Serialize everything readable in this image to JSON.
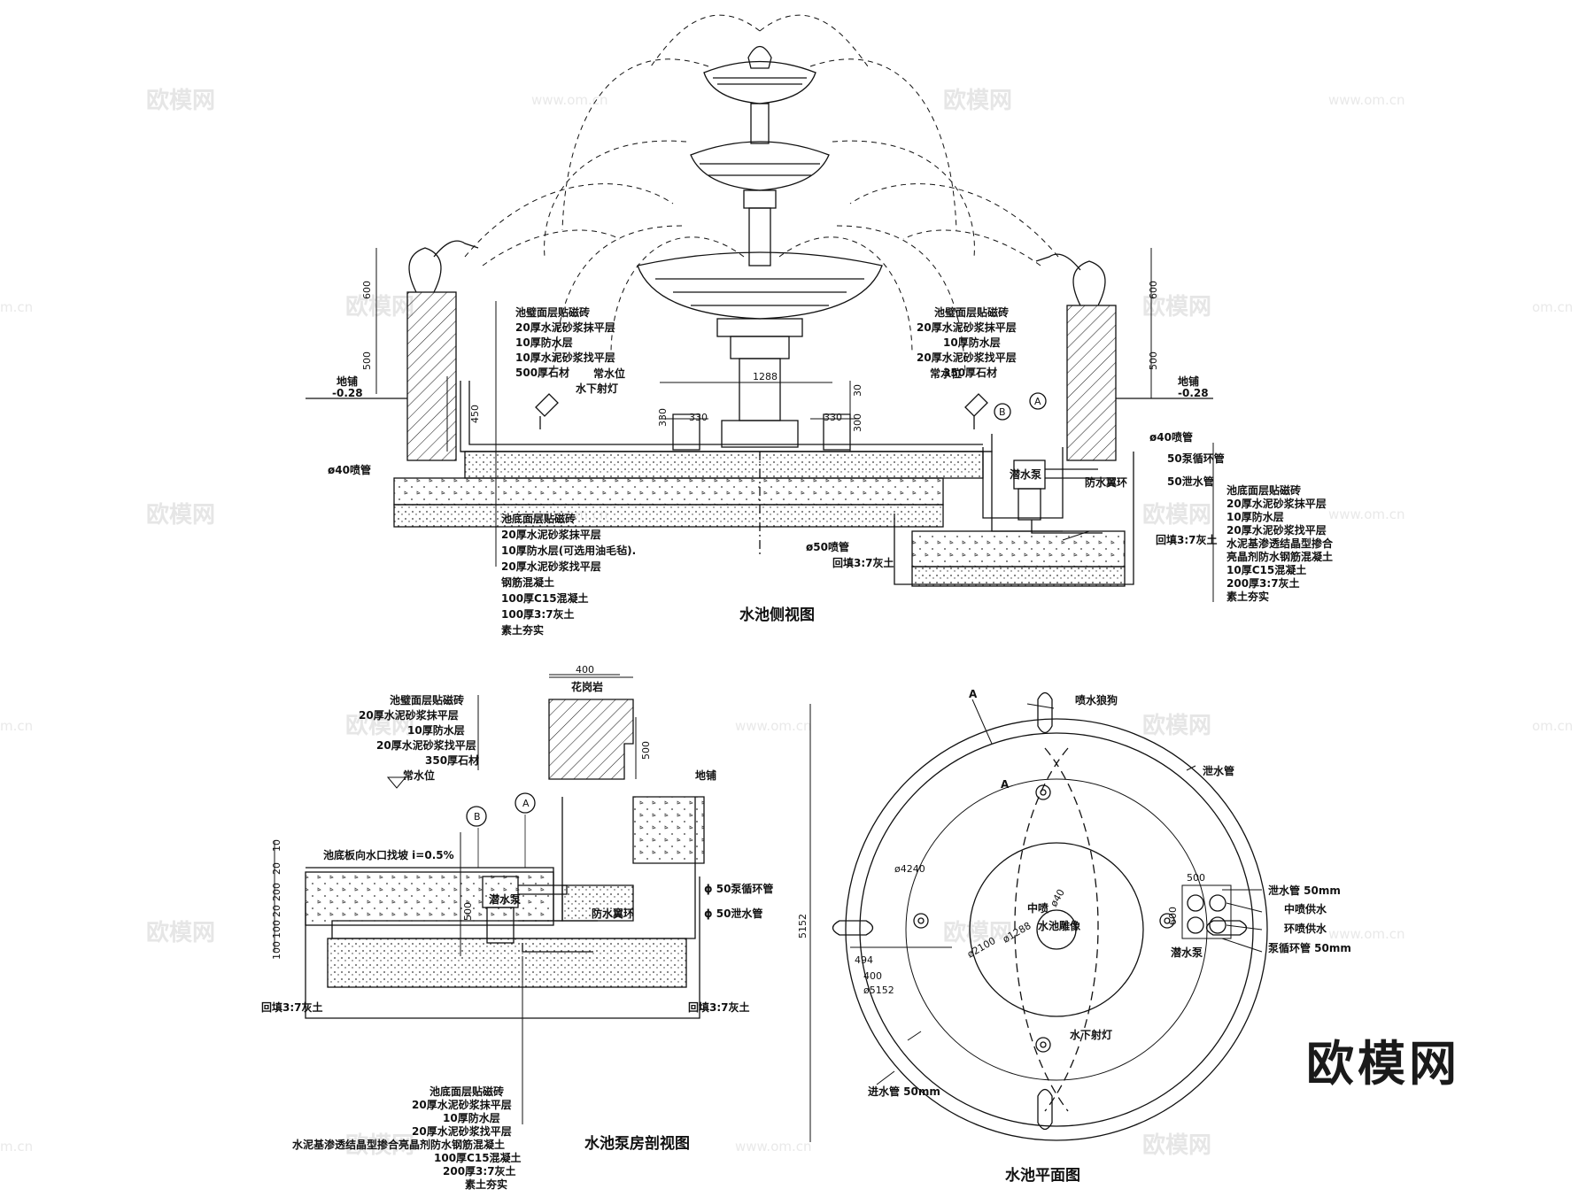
{
  "watermark": {
    "brand": "欧模网",
    "site": "www.om.cn",
    "site_short": "m.cn",
    "site_short2": "om.cn"
  },
  "logo": "欧模网",
  "side_view": {
    "title": "水池侧视图",
    "wall_layers_left": [
      "池璧面层贴磁砖",
      "20厚水泥砂浆抹平层",
      "10厚防水层",
      "10厚水泥砂浆找平层",
      "500厚石材"
    ],
    "wall_layers_right": [
      "池璧面层贴磁砖",
      "20厚水泥砂浆抹平层",
      "10厚防水层",
      "20厚水泥砂浆找平层",
      "350厚石材"
    ],
    "bottom_layers": [
      "池底面层贴磁砖",
      "20厚水泥砂浆抹平层",
      "10厚防水层(可选用油毛毡).",
      "20厚水泥砂浆找平层",
      "钢筋混凝土",
      "100厚C15混凝土",
      "100厚3:7灰土",
      "素土夯实"
    ],
    "pump_layers": [
      "池底面层贴磁砖",
      "20厚水泥砂浆抹平层",
      "10厚防水层",
      "20厚水泥砂浆找平层",
      "水泥基渗透结晶型掺合",
      "亮晶剂防水钢筋混凝土",
      "10厚C15混凝土",
      "200厚3:7灰土",
      "素土夯实"
    ],
    "labels": {
      "water_level_l": "常水位",
      "light": "水下射灯",
      "water_level_r": "常水位",
      "paving_l": "地铺",
      "level_l": "-0.28",
      "paving_r": "地铺",
      "level_r": "-0.28",
      "spray_pipe_l": "ø40喷管",
      "spray_pipe_r": "ø40喷管",
      "pipe50": "ø50喷管",
      "backfill": "回填3:7灰土",
      "backfill_r": "回填3:7灰土",
      "pump": "潜水泵",
      "ring": "防水翼环",
      "circ": "50泵循环管",
      "drain": "50泄水管",
      "markA": "A",
      "markB": "B"
    },
    "dims": {
      "d600l": "600",
      "d500l": "500",
      "d450": "450",
      "d330a": "330",
      "d330b": "330",
      "d330c": "330",
      "d1288": "1288",
      "d30": "30",
      "d300": "300",
      "d600r": "600",
      "d500r": "500"
    }
  },
  "pump_section": {
    "title": "水池泵房剖视图",
    "wall_layers": [
      "池璧面层贴磁砖",
      "20厚水泥砂浆抹平层",
      "10厚防水层",
      "20厚水泥砂浆找平层",
      "350厚石材"
    ],
    "bottom_layers": [
      "池底面层贴磁砖",
      "20厚水泥砂浆抹平层",
      "10厚防水层",
      "20厚水泥砂浆找平层",
      "水泥基渗透结晶型掺合亮晶剂防水钢筋混凝土",
      "100厚C15混凝土",
      "200厚3:7灰土",
      "素土夯实"
    ],
    "labels": {
      "granite": "花岗岩",
      "water_level": "常水位",
      "paving": "地铺",
      "slope": "池底板向水口找坡 i=0.5%",
      "pump": "潜水泵",
      "ring": "防水翼环",
      "circ": "ϕ 50泵循环管",
      "drain": "ϕ 50泄水管",
      "backfill_l": "回填3:7灰土",
      "backfill_r": "回填3:7灰土",
      "markA": "A",
      "markB": "B"
    },
    "dims": {
      "d400": "400",
      "d500a": "500",
      "d500b": "500",
      "d10": "10",
      "d20a": "20",
      "d200": "200",
      "d20b": "20",
      "d100a": "100",
      "d100b": "100"
    }
  },
  "plan": {
    "title": "水池平面图",
    "labels": {
      "A1": "A",
      "A2": "A",
      "dog": "喷水狼狗",
      "drain_pipe": "泄水管",
      "center_jet": "中喷",
      "phi40": "ø40",
      "statue": "水池雕像",
      "phi4240": "ø4240",
      "phi1288": "ø1288",
      "phi2100": "ø2100",
      "phi5152": "ø5152",
      "d494": "494",
      "d400": "400",
      "d5152": "5152",
      "d500": "500",
      "d600": "600",
      "pump": "潜水泵",
      "drain_r": "泄水管 50mm",
      "center_supply": "中喷供水",
      "ring_supply": "环喷供水",
      "circ_r": "泵循环管 50mm",
      "light": "水下射灯",
      "inlet": "进水管 50mm"
    }
  }
}
